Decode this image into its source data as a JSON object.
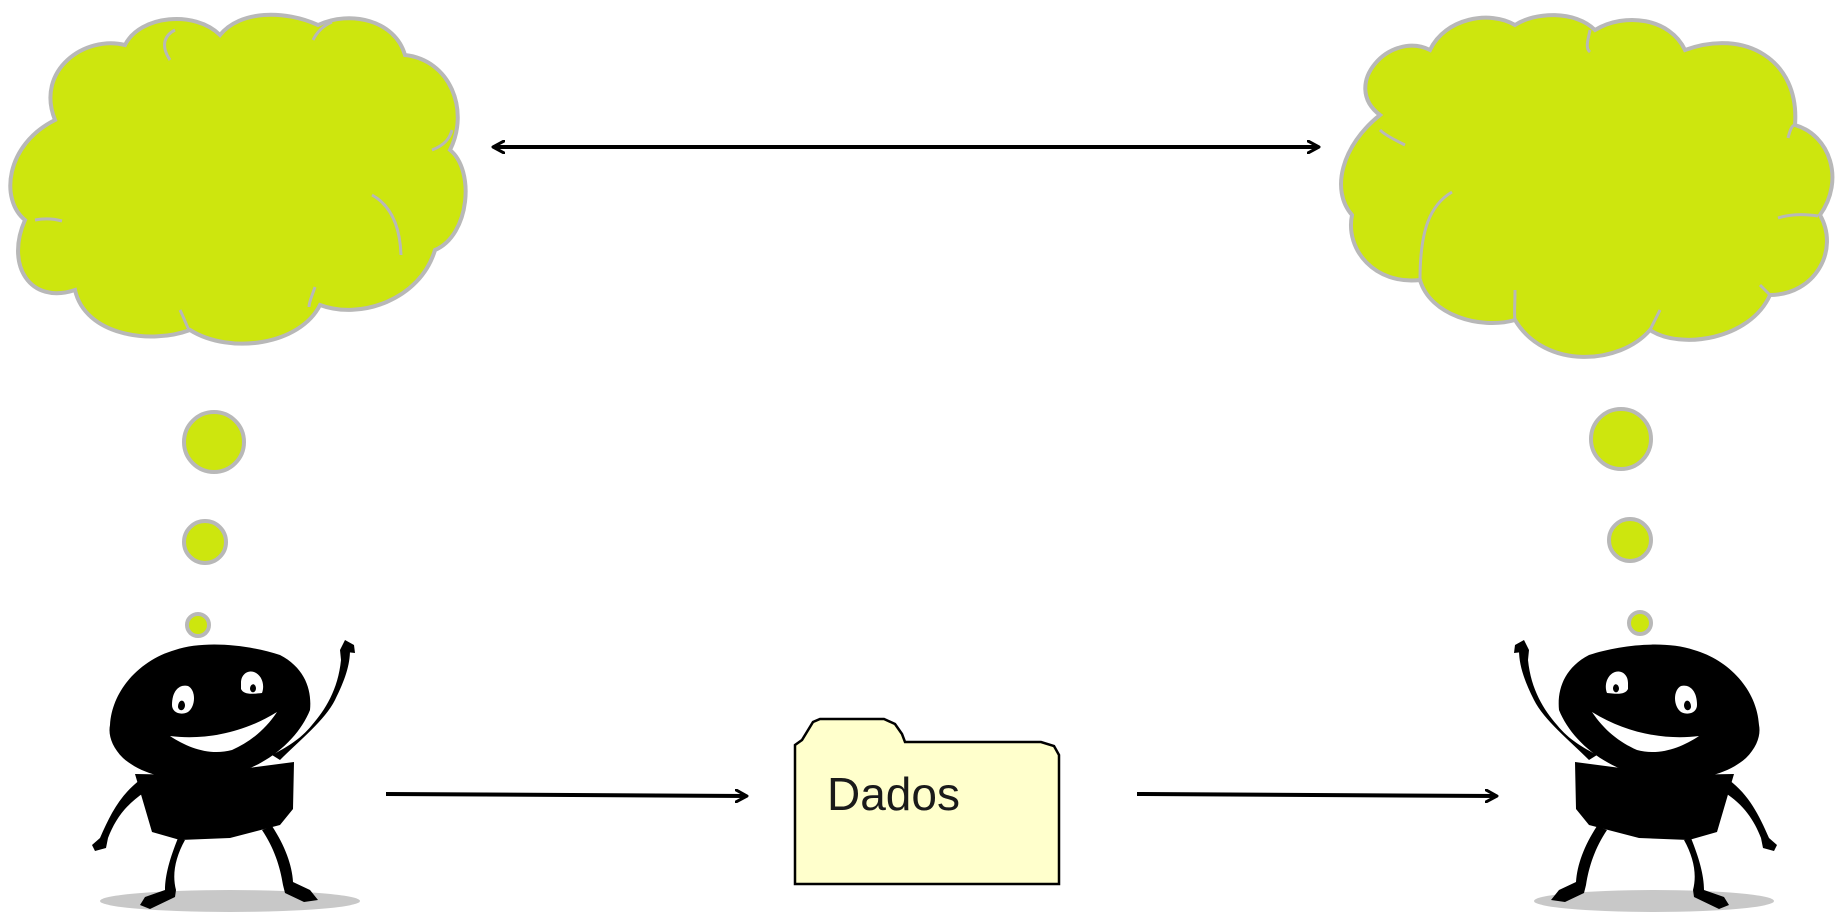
{
  "diagram": {
    "folder_label": "Dados",
    "colors": {
      "cloud_fill": "#cde60e",
      "cloud_stroke": "#b8b8b8",
      "folder_fill": "#ffffcc",
      "figure_fill": "#000000",
      "shadow_fill": "#c8c8c8",
      "arrow_stroke": "#000000"
    },
    "elements": {
      "left_figure": "smiling-figure-pointing-up",
      "right_figure": "smiling-figure-pointing-up",
      "left_cloud": "thought-cloud",
      "right_cloud": "thought-cloud",
      "folder": "folder-icon",
      "top_arrow": "double-headed-arrow",
      "bottom_left_arrow": "right-arrow",
      "bottom_right_arrow": "right-arrow"
    }
  }
}
